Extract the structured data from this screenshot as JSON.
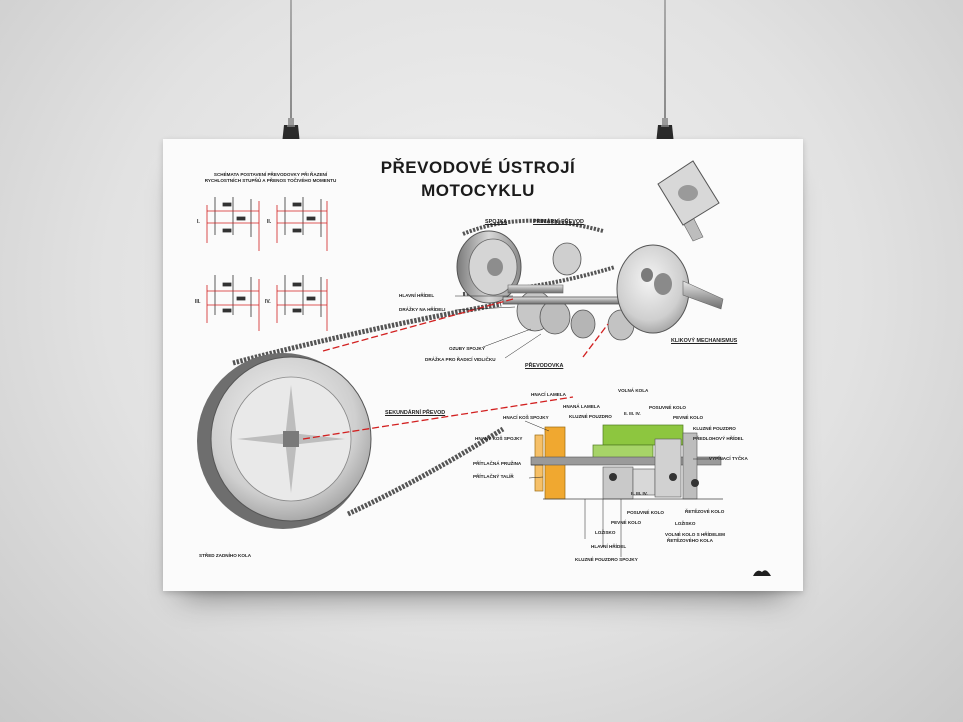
{
  "poster": {
    "title_line1": "PŘEVODOVÉ ÚSTROJÍ",
    "title_line2": "MOTOCYKLU",
    "schema_note_line1": "SCHÉMATA POSTAVENÍ PŘEVODOVKY PŘI ŘAZENÍ",
    "schema_note_line2": "RYCHLOSTNÍCH STUPŇŮ A PŘENOS TOČIVÉHO MOMENTU",
    "gear_roman": [
      "I.",
      "II.",
      "III.",
      "IV."
    ],
    "labels": {
      "spojka": "SPOJKA",
      "primarni_prevod": "PRIMÁRNÍ PŘEVOD",
      "hlavni_hridel": "HLAVNÍ HŘÍDEL",
      "drazky_na_hrideli": "DRÁŽKY NA HŘÍDELI",
      "ozuby_spojky": "OZUBY SPOJKY",
      "drazka_pro_radici_vidlicku": "DRÁŽKA PRO ŘADICÍ VIDLIČKU",
      "prevodovka": "PŘEVODOVKA",
      "klikovy_mechanismus": "KLIKOVÝ MECHANISMUS",
      "sekundarni_prevod": "SEKUNDÁRNÍ PŘEVOD",
      "stred_zadniho_kola": "STŘED ZADNÍHO KOLA",
      "hnaci_lamela": "HNACÍ LAMELA",
      "hnana_lamela": "HNANÁ LAMELA",
      "hnaci_kos_spojky": "HNACÍ KOŠ SPOJKY",
      "kluzne_pouzdro": "KLUZNÉ POUZDRO",
      "hnany_kos_spojky": "HNANÝ KOŠ SPOJKY",
      "pritlacna_pruzina": "PŘÍTLAČNÁ PRUŽINA",
      "pritlacny_talir": "PŘÍTLAČNÝ TALÍŘ",
      "volna_kola": "VOLNÁ KOLA",
      "posuvne_kolo": "POSUVNÉ KOLO",
      "pevne_kolo": "PEVNÉ KOLO",
      "kluzne_pouzdro_2": "KLUZNÉ POUZDRO",
      "predlohovy_hridel": "PŘEDLOHOVÝ HŘÍDEL",
      "vypinaci_tycka": "VYPÍNACÍ TYČKA",
      "retezove_kolo": "ŘETĚZOVÉ KOLO",
      "lozisko": "LOŽISKO",
      "volne_kolo_s_hridelem_line1": "VOLNÉ KOLO S HŘÍDELEM",
      "volne_kolo_s_hridelem_line2": "ŘETĚZOVÉHO KOLA",
      "posuvne_kolo_2": "POSUVNÉ KOLO",
      "pevne_kolo_2": "PEVNÉ KOLO",
      "lozisko_2": "LOŽISKO",
      "hlavni_hridel_2": "HLAVNÍ HŘÍDEL",
      "kluzne_pouzdro_spojky": "KLUZNÉ POUZDRO SPOJKY",
      "gear_marks_top": "II. III. IV.",
      "gear_marks_bottom": "II. III. IV."
    },
    "colors": {
      "wall": "#e2e2e2",
      "paper": "#fbfbfb",
      "red_line": "#d22020",
      "green_part": "#8dc63f",
      "orange_part": "#f0a830",
      "metal": "#b8b8b8"
    }
  }
}
